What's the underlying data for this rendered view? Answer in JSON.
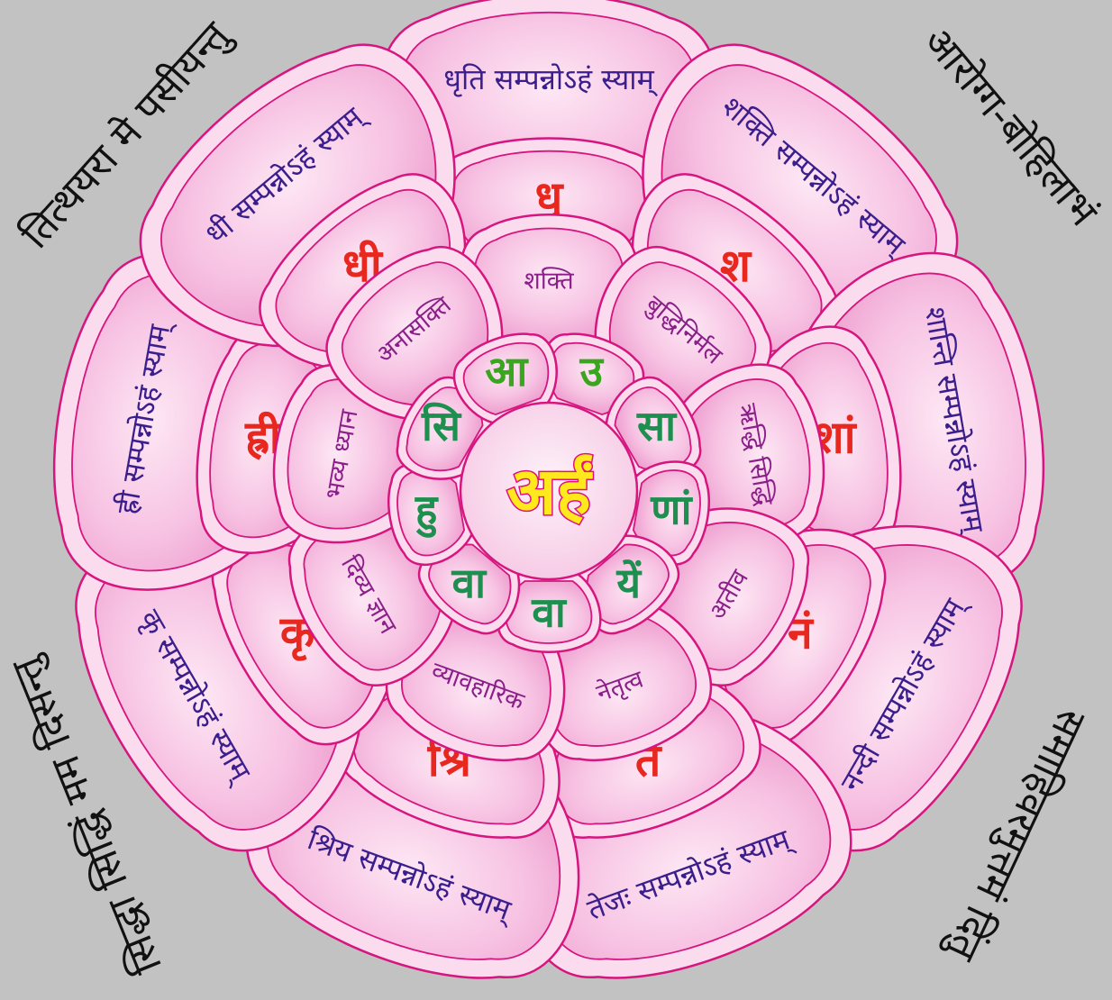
{
  "corners": {
    "top_left": "तित्थयरा मे पसीयन्तु",
    "top_right": "आरोग्ग-बोहिलाभं",
    "bottom_left": "सिद्धा सिद्धिं मम दिसन्तु",
    "bottom_right": "समाहिवरमुत्तमं दिंतु"
  },
  "center": {
    "label": "अर्हं",
    "colors": {
      "fill": "#ffe81c",
      "stroke": "#e0107e"
    }
  },
  "ring_petals": [
    {
      "label": "उ",
      "color": "#3aa620"
    },
    {
      "label": "सा",
      "color": "#1d8f4e"
    },
    {
      "label": "णां",
      "color": "#1d8f4e"
    },
    {
      "label": "यें",
      "color": "#1d8f4e"
    },
    {
      "label": "वा",
      "color": "#1d8f4e"
    },
    {
      "label": "वा",
      "color": "#1d8f4e"
    },
    {
      "label": "हु",
      "color": "#1d8f4e"
    },
    {
      "label": "सि",
      "color": "#1d8f4e"
    },
    {
      "label": "आ",
      "color": "#3aa620"
    }
  ],
  "mid_petals": [
    {
      "label": "शक्ति"
    },
    {
      "label": "बुद्धिनिर्मल"
    },
    {
      "label": "ऋद्धि सिद्धि"
    },
    {
      "label": "अतीव"
    },
    {
      "label": "नेतृत्व"
    },
    {
      "label": "व्यावहारिक"
    },
    {
      "label": "दिव्य ज्ञान"
    },
    {
      "label": "भव्य ध्यान"
    },
    {
      "label": "अनासक्ति"
    }
  ],
  "outer_petals": [
    {
      "syllable": "धृ",
      "phrase": "धृति सम्पन्नोऽहं स्याम्"
    },
    {
      "syllable": "श",
      "phrase": "शक्ति सम्पन्नोऽहं स्याम्"
    },
    {
      "syllable": "शां",
      "phrase": "शान्ति सम्पन्नोऽहं स्याम्"
    },
    {
      "syllable": "नं",
      "phrase": "नन्दी सम्पन्नोऽहं स्याम्"
    },
    {
      "syllable": "ते",
      "phrase": "तेजः सम्पन्नोऽहं स्याम्"
    },
    {
      "syllable": "श्रि",
      "phrase": "श्रिय सम्पन्नोऽहं स्याम्"
    },
    {
      "syllable": "कृ",
      "phrase": "कृ सम्पन्नोऽहं स्याम्"
    },
    {
      "syllable": "ह्री",
      "phrase": "ह्री सम्पन्नोऽहं स्याम्"
    },
    {
      "syllable": "धी",
      "phrase": "धी सम्पन्नोऽहं स्याम्"
    }
  ],
  "colors": {
    "background": "#c2c2c2",
    "petal_stroke": "#d6157f",
    "petal_fill_light": "#fbdcef",
    "petal_fill_dark": "#f0a4d2",
    "outer_text": "#3a1f8c",
    "mid_text": "#8a1f8a",
    "syllable_text": "#e8281e"
  }
}
